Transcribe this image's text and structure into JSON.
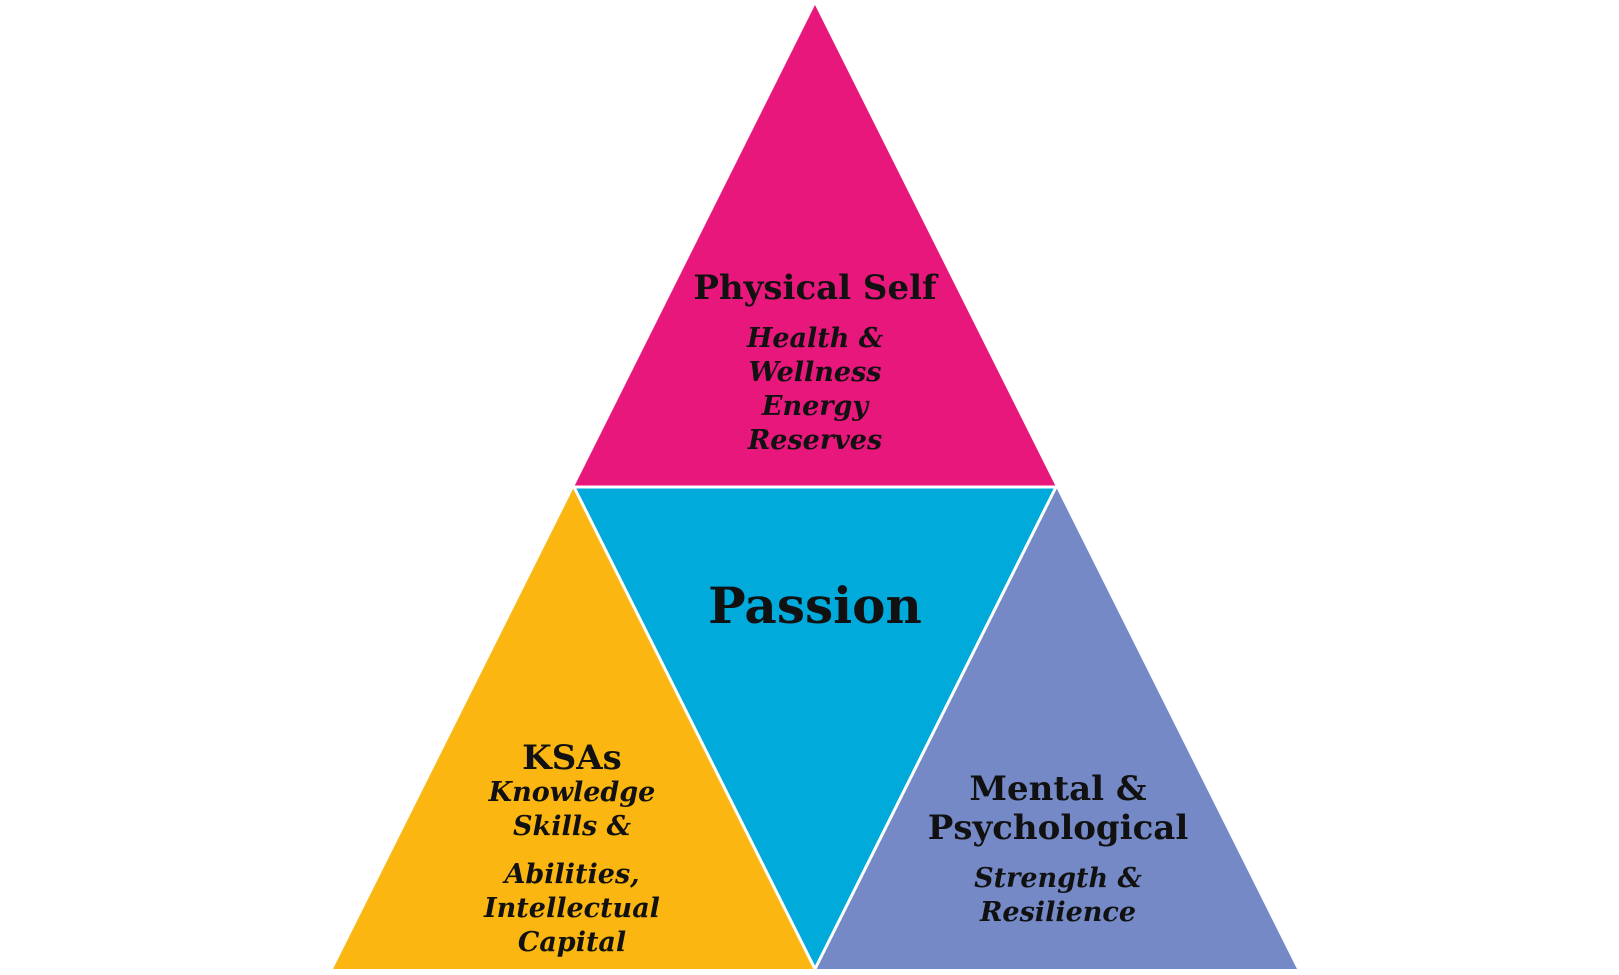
{
  "colors": {
    "top": "#E8177C",
    "center": "#00AADB",
    "left": "#FBB611",
    "right": "#7489C6",
    "divider": "#ffffff"
  },
  "top": {
    "heading": "Physical Self",
    "lines": [
      "Health &",
      "Wellness",
      "Energy",
      "Reserves"
    ]
  },
  "center": {
    "heading": "Passion"
  },
  "left": {
    "heading": "KSAs",
    "lines_a": [
      "Knowledge",
      "Skills &"
    ],
    "lines_b": [
      "Abilities,",
      "Intellectual",
      "Capital"
    ]
  },
  "right": {
    "heading_lines": [
      "Mental &",
      "Psychological"
    ],
    "lines": [
      "Strength &",
      "Resilience"
    ]
  }
}
